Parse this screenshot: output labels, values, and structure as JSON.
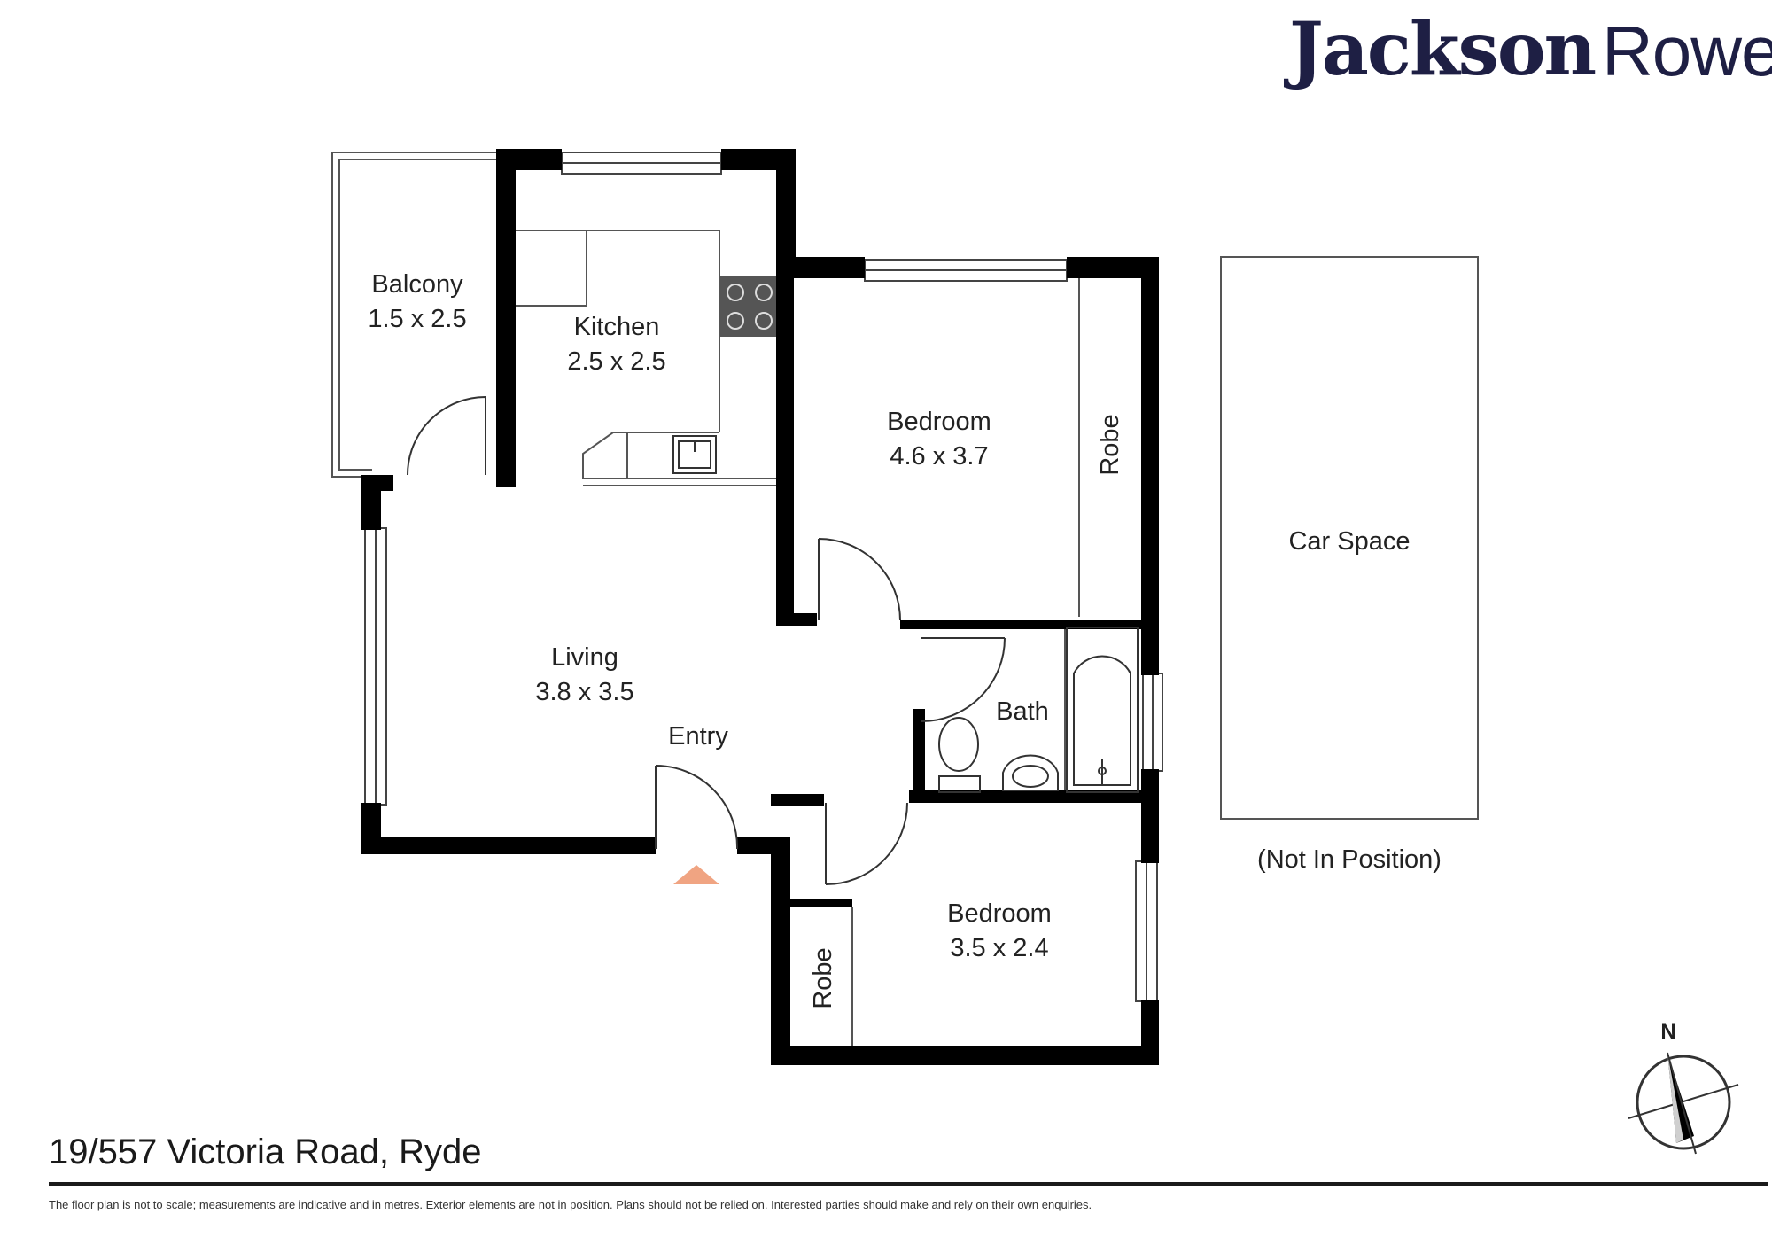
{
  "brand": {
    "name_bold": "Jackson",
    "name_light": "Rowe"
  },
  "address": "19/557 Victoria Road, Ryde",
  "disclaimer": "The floor plan is not to scale; measurements are indicative and in metres. Exterior elements are not in position. Plans should not be relied on. Interested parties should make and rely on their own enquiries.",
  "rooms": {
    "balcony": {
      "name": "Balcony",
      "size": "1.5 x 2.5"
    },
    "kitchen": {
      "name": "Kitchen",
      "size": "2.5 x 2.5"
    },
    "bedroom1": {
      "name": "Bedroom",
      "size": "4.6 x 3.7"
    },
    "robe1": {
      "name": "Robe"
    },
    "living": {
      "name": "Living",
      "size": "3.8 x 3.5"
    },
    "entry": {
      "name": "Entry"
    },
    "bath": {
      "name": "Bath"
    },
    "bedroom2": {
      "name": "Bedroom",
      "size": "3.5 x 2.4"
    },
    "robe2": {
      "name": "Robe"
    },
    "car_space": {
      "name": "Car Space",
      "note": "(Not In Position)"
    }
  },
  "compass": {
    "label": "N"
  },
  "colors": {
    "brand": "#1e1f44",
    "wall": "#000000",
    "entry_marker": "#f0a482"
  }
}
